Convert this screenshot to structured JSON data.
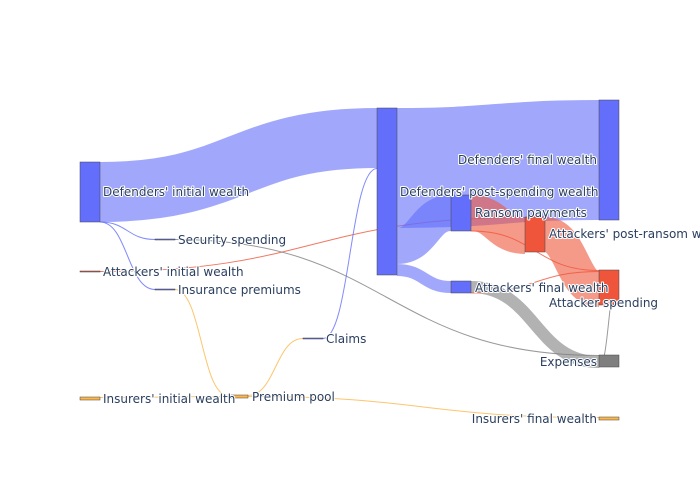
{
  "chart_data": {
    "type": "sankey",
    "nodes": [
      {
        "id": "def_init",
        "label": "Defenders' initial wealth",
        "color": "#636efa"
      },
      {
        "id": "sec",
        "label": "Security spending",
        "color": "#636efa"
      },
      {
        "id": "att_init",
        "label": "Attackers' initial wealth",
        "color": "#ef553b"
      },
      {
        "id": "ins_prem",
        "label": "Insurance premiums",
        "color": "#636efa"
      },
      {
        "id": "ins_init",
        "label": "Insurers' initial wealth",
        "color": "#fdb649"
      },
      {
        "id": "pool",
        "label": "Premium pool",
        "color": "#fdb649"
      },
      {
        "id": "claims",
        "label": "Claims",
        "color": "#636efa"
      },
      {
        "id": "def_post",
        "label": "Defenders' post-spending wealth",
        "color": "#636efa"
      },
      {
        "id": "ransom",
        "label": "Ransom payments",
        "color": "#636efa"
      },
      {
        "id": "att_final",
        "label": "Attackers' final wealth",
        "color": "#636efa"
      },
      {
        "id": "att_post",
        "label": "Attackers' post-ransom wealth",
        "color": "#ef553b"
      },
      {
        "id": "def_final",
        "label": "Defenders' final wealth",
        "color": "#636efa"
      },
      {
        "id": "att_spend",
        "label": "Attacker spending",
        "color": "#ef553b"
      },
      {
        "id": "expenses",
        "label": "Expenses",
        "color": "#7f7f7f"
      },
      {
        "id": "ins_final",
        "label": "Insurers' final wealth",
        "color": "#fdb649"
      }
    ],
    "links": [
      {
        "source": "def_init",
        "target": "def_post",
        "value": 60,
        "color": "#636efa"
      },
      {
        "source": "def_init",
        "target": "sec",
        "value": 0.3,
        "color": "#636efa"
      },
      {
        "source": "def_init",
        "target": "ins_prem",
        "value": 0.3,
        "color": "#636efa"
      },
      {
        "source": "att_init",
        "target": "att_post",
        "value": 0.3,
        "color": "#ef553b"
      },
      {
        "source": "sec",
        "target": "expenses",
        "value": 0.3,
        "color": "#7f7f7f"
      },
      {
        "source": "ins_prem",
        "target": "pool",
        "value": 0.3,
        "color": "#fdb649"
      },
      {
        "source": "ins_init",
        "target": "pool",
        "value": 1,
        "color": "#fdb649"
      },
      {
        "source": "pool",
        "target": "claims",
        "value": 0.3,
        "color": "#fdb649"
      },
      {
        "source": "pool",
        "target": "ins_final",
        "value": 1,
        "color": "#fdb649"
      },
      {
        "source": "claims",
        "target": "def_post",
        "value": 0.3,
        "color": "#636efa"
      },
      {
        "source": "def_post",
        "target": "def_final",
        "value": 120,
        "color": "#636efa"
      },
      {
        "source": "def_post",
        "target": "ransom",
        "value": 36,
        "color": "#636efa"
      },
      {
        "source": "def_post",
        "target": "att_final",
        "value": 12,
        "color": "#636efa"
      },
      {
        "source": "ransom",
        "target": "att_post",
        "value": 36,
        "color": "#ef553b"
      },
      {
        "source": "ransom",
        "target": "att_spend",
        "value": 0.3,
        "color": "#ef553b"
      },
      {
        "source": "att_final",
        "target": "expenses",
        "value": 12,
        "color": "#7f7f7f"
      },
      {
        "source": "att_final",
        "target": "att_spend",
        "value": 0.3,
        "color": "#ef553b"
      },
      {
        "source": "att_post",
        "target": "att_spend",
        "value": 35,
        "color": "#ef553b"
      },
      {
        "source": "att_spend",
        "target": "expenses",
        "value": 0.3,
        "color": "#7f7f7f"
      }
    ]
  }
}
